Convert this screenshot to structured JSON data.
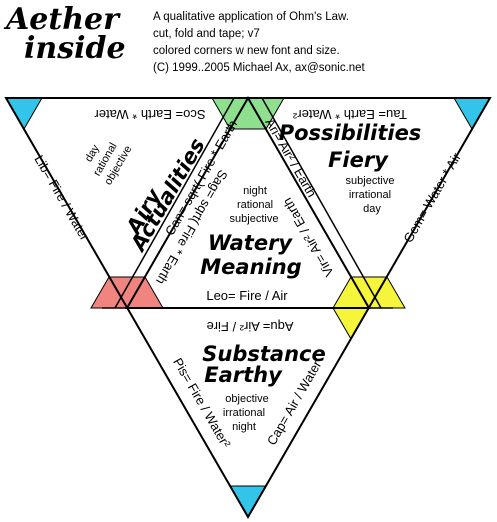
{
  "logo": {
    "line1": "Aether",
    "line2": "inside"
  },
  "header": {
    "line1": "A qualitative application of Ohm's Law.",
    "line2": "cut, fold and tape; v7",
    "line3": "colored corners w new font and size.",
    "line4": "(C) 1999..2005 Michael Ax, ax@sonic.net"
  },
  "colors": {
    "cyan": "#33c4ea",
    "green": "#8ee08e",
    "red": "#f0857f",
    "yellow": "#f5f53c"
  },
  "panels": {
    "airy": {
      "title1": "Airy",
      "title2": "Actualities",
      "desc1": "day",
      "desc2": "rational",
      "desc3": "objective",
      "left_formula": "Lib= Fire / Water",
      "top_formula": "Sco= Earth * Water",
      "right_formula": "Can= sqrt( Fire * Earth",
      "inner_formula": "Sag= sqrt( Fire * Earth"
    },
    "fiery": {
      "title1": "Possibilities",
      "title2": "Fiery",
      "desc1": "subjective",
      "desc2": "irrational",
      "desc3": "day",
      "top_formula": "Tau= Earth * Water²",
      "right_formula": "Gem= Water * Air",
      "left_formula": "Ari= Air² / Earth",
      "inner_formula": "Vir= Air² / Earth"
    },
    "watery": {
      "title1": "Watery",
      "title2": "Meaning",
      "desc1": "night",
      "desc2": "rational",
      "desc3": "subjective",
      "bottom_formula": "Leo= Fire / Air"
    },
    "earthy": {
      "title1": "Substance",
      "title2": "Earthy",
      "desc1": "objective",
      "desc2": "irrational",
      "desc3": "night",
      "top_formula": "Aqu= Air² / Fire",
      "left_formula": "Pis= Fire / Water²",
      "right_formula": "Cap= Air / Water"
    }
  }
}
